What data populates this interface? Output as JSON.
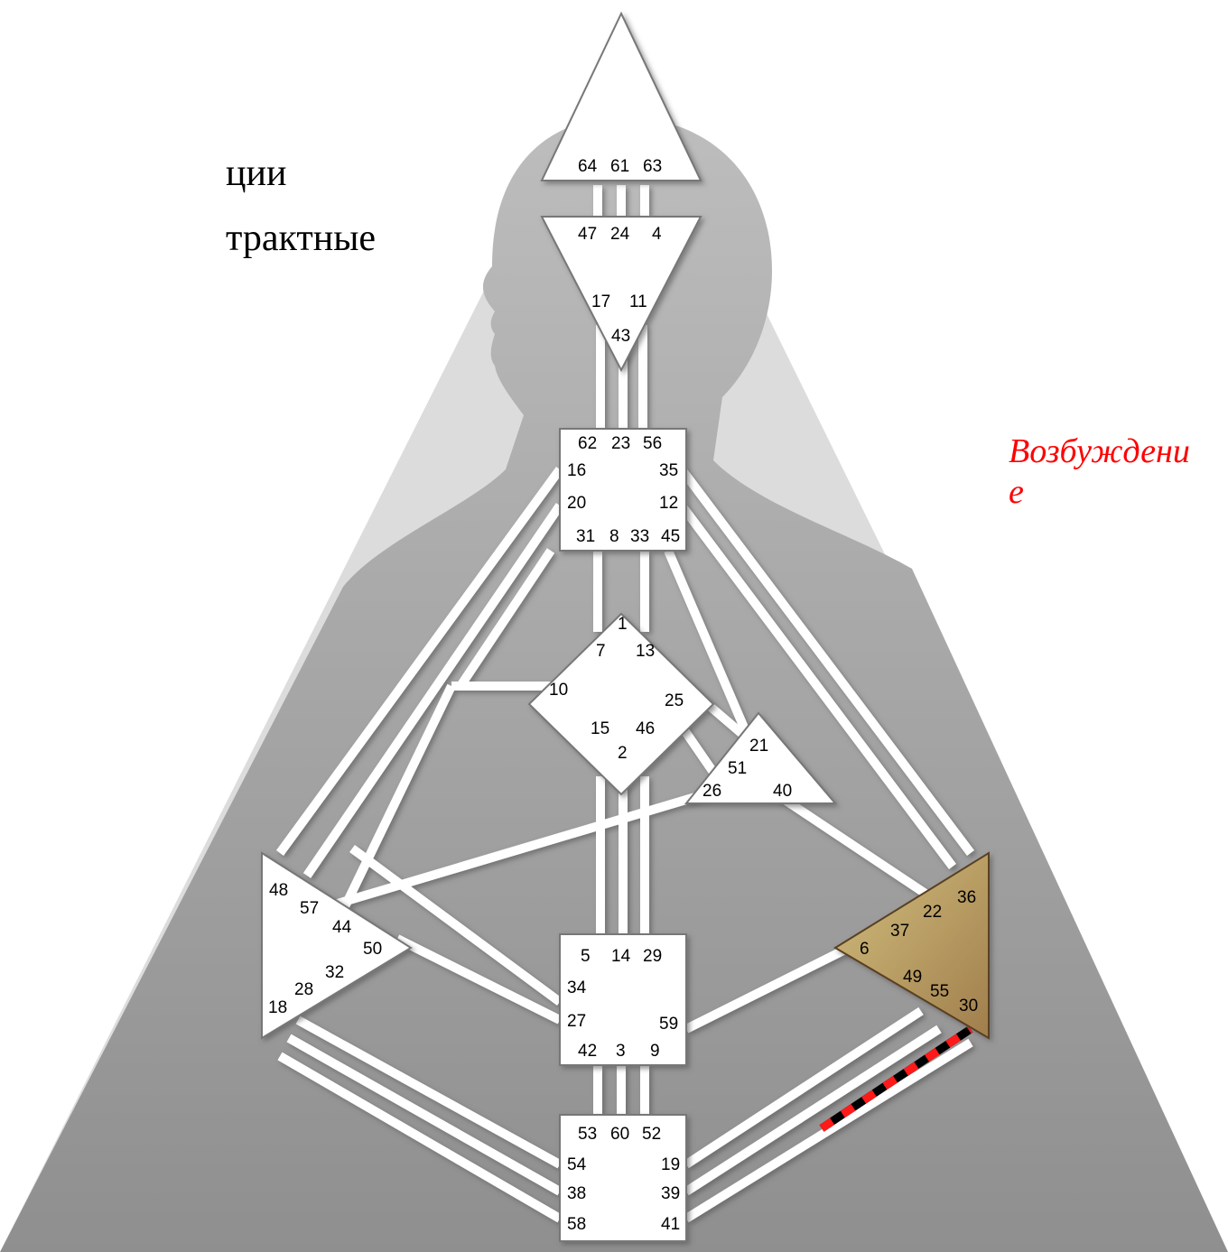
{
  "slide_text": {
    "line1": "ции",
    "line2": "трактные"
  },
  "annotation": {
    "line1": "Возбуждени",
    "line2": "е"
  },
  "colors": {
    "background": "#ffffff",
    "body_gray": "#9a9a9a",
    "head_gray": "#a8a8a8",
    "center_fill": "#ffffff",
    "highlight_center": "#b8955a",
    "annotation_red": "#ff0000",
    "dashed_red": "#ff1a1a",
    "dashed_black": "#000000"
  },
  "centers": {
    "head": {
      "name": "head-center",
      "gates": [
        "64",
        "61",
        "63"
      ],
      "defined": false
    },
    "ajna": {
      "name": "ajna-center",
      "gates": [
        "47",
        "24",
        "4",
        "17",
        "11",
        "43"
      ],
      "defined": false
    },
    "throat": {
      "name": "throat-center",
      "gates": [
        "62",
        "23",
        "56",
        "16",
        "35",
        "20",
        "12",
        "31",
        "8",
        "33",
        "45"
      ],
      "defined": false
    },
    "g": {
      "name": "g-center",
      "gates": [
        "1",
        "7",
        "13",
        "10",
        "25",
        "15",
        "46",
        "2"
      ],
      "defined": false
    },
    "heart": {
      "name": "heart-center",
      "gates": [
        "21",
        "51",
        "26",
        "40"
      ],
      "defined": false
    },
    "spleen": {
      "name": "spleen-center",
      "gates": [
        "48",
        "57",
        "44",
        "50",
        "32",
        "28",
        "18"
      ],
      "defined": false
    },
    "sacral": {
      "name": "sacral-center",
      "gates": [
        "5",
        "14",
        "29",
        "34",
        "27",
        "59",
        "42",
        "3",
        "9"
      ],
      "defined": false
    },
    "root": {
      "name": "root-center",
      "gates": [
        "53",
        "60",
        "52",
        "54",
        "19",
        "38",
        "39",
        "58",
        "41"
      ],
      "defined": false
    },
    "solar_plexus": {
      "name": "solar-plexus-center",
      "gates": [
        "36",
        "22",
        "37",
        "6",
        "49",
        "55",
        "30"
      ],
      "defined": true
    }
  },
  "gate_labels": {
    "g64": "64",
    "g61": "61",
    "g63": "63",
    "g47": "47",
    "g24": "24",
    "g4": "4",
    "g17": "17",
    "g11": "11",
    "g43": "43",
    "g62": "62",
    "g23": "23",
    "g56": "56",
    "g16": "16",
    "g35": "35",
    "g20": "20",
    "g12": "12",
    "g31": "31",
    "g8": "8",
    "g33": "33",
    "g45": "45",
    "g1": "1",
    "g7": "7",
    "g13": "13",
    "g10": "10",
    "g25": "25",
    "g15": "15",
    "g46": "46",
    "g2": "2",
    "g21": "21",
    "g51": "51",
    "g26": "26",
    "g40": "40",
    "g48": "48",
    "g57": "57",
    "g44": "44",
    "g50": "50",
    "g32": "32",
    "g28": "28",
    "g18": "18",
    "g5": "5",
    "g14": "14",
    "g29": "29",
    "g34": "34",
    "g27": "27",
    "g59": "59",
    "g42": "42",
    "g3": "3",
    "g9": "9",
    "g53": "53",
    "g60": "60",
    "g52": "52",
    "g54": "54",
    "g19": "19",
    "g38": "38",
    "g39": "39",
    "g58": "58",
    "g41": "41",
    "g36": "36",
    "g22": "22",
    "g37": "37",
    "g6": "6",
    "g49": "49",
    "g55": "55",
    "g30": "30"
  },
  "activated_channel": {
    "gates": [
      "30",
      "41"
    ],
    "style": "dashed red-black"
  }
}
